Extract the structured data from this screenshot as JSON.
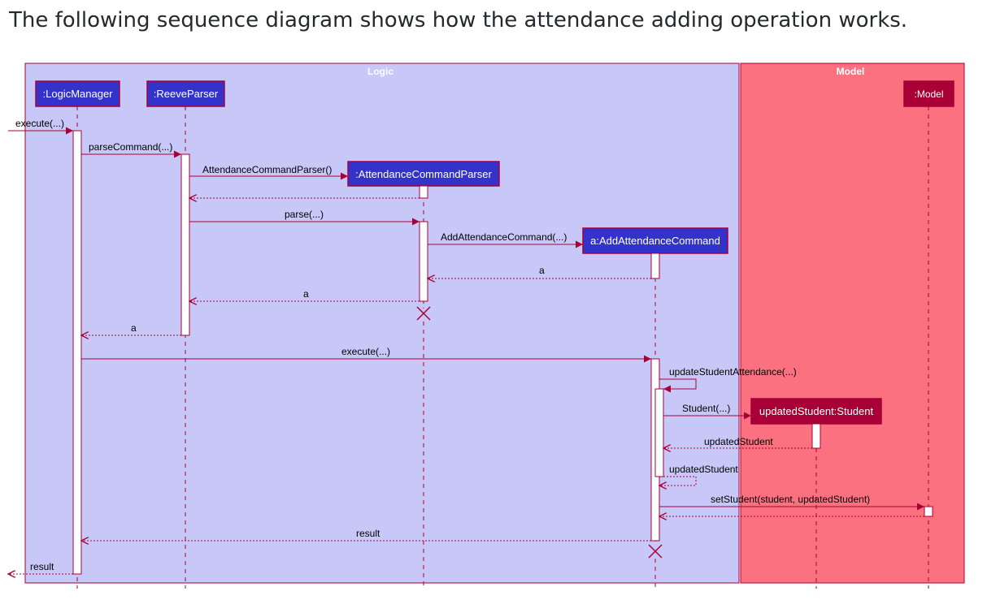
{
  "caption": "The following sequence diagram shows how the attendance adding operation works.",
  "colors": {
    "logic_fill": "#c8c8f8",
    "logic_border": "#a80036",
    "model_fill": "#fb7180",
    "model_border": "#a80036",
    "participant_logic_fill": "#3333cc",
    "participant_model_fill": "#a80036",
    "arrow": "#a80036",
    "participant_text": "#ffffff"
  },
  "boxes": {
    "logic": "Logic",
    "model": "Model"
  },
  "participants": {
    "logic_manager": ":LogicManager",
    "reeve_parser": ":ReeveParser",
    "attendance_command_parser": ":AttendanceCommandParser",
    "add_attendance_command": "a:AddAttendanceCommand",
    "updated_student": "updatedStudent:Student",
    "model": ":Model"
  },
  "messages": {
    "execute_in": "execute(...)",
    "parse_command": "parseCommand(...)",
    "create_parser": "AttendanceCommandParser()",
    "parse": "parse(...)",
    "create_command": "AddAttendanceCommand(...)",
    "return_a_1": "a",
    "return_a_2": "a",
    "return_a_3": "a",
    "execute_command": "execute(...)",
    "update_student_attendance": "updateStudentAttendance(...)",
    "create_student": "Student(...)",
    "return_updated_student": "updatedStudent",
    "self_return_updated_student": "updatedStudent",
    "set_student": "setStudent(student, updatedStudent)",
    "return_result_1": "result",
    "return_result_2": "result"
  }
}
